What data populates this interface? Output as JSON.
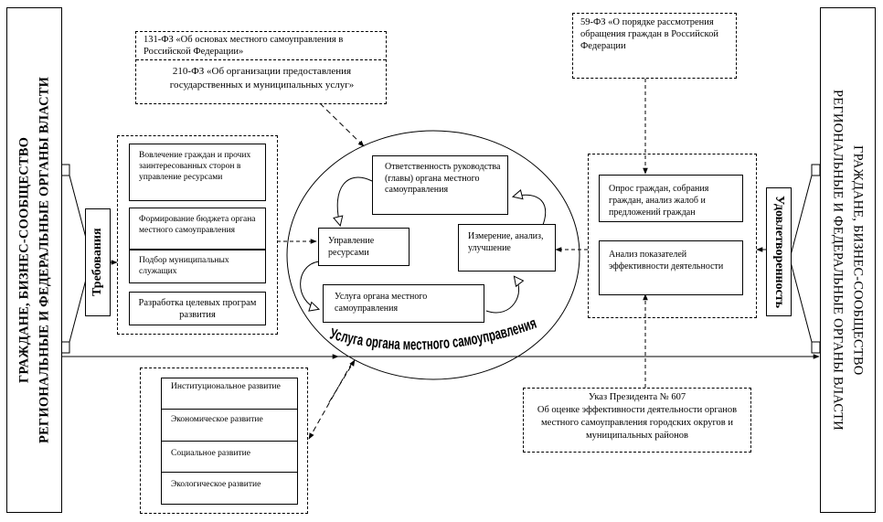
{
  "left_stakeholders": {
    "line1": "ГРАЖДАНЕ,  БИЗНЕС-СООБЩЕСТВО",
    "line2": "РЕГИОНАЛЬНЫЕ И ФЕДЕРАЛЬНЫЕ ОРГАНЫ ВЛАСТИ"
  },
  "right_stakeholders": {
    "line1": "ГРАЖДАНЕ, БИЗНЕС-СООБЩЕСТВО",
    "line2": "РЕГИОНАЛЬНЫЕ И ФЕДЕРАЛЬНЫЕ ОРГАНЫ ВЛАСТИ"
  },
  "laws_top_left": {
    "law131": "131-ФЗ «Об основах местного самоуправления в Российской Федерации»",
    "law210": "210-ФЗ «Об организации предоставления государственных и муниципальных услуг»"
  },
  "law_top_right": "59-ФЗ «О порядке рассмотрения обращения граждан в Российской Федерации",
  "requirements_label": "Требования",
  "satisfaction_label": "Удовлетворенность",
  "requirements_items": [
    "Вовлечение граждан и прочих заинтересованных сторон в управление ресурсами",
    "Формирование бюджета органа местного самоуправления",
    "Подбор муниципальных служащих",
    "Разработка целевых програм развития"
  ],
  "cycle": {
    "responsibility": "Ответственность руководства (главы) органа местного самоуправления",
    "resources": "Управление ресурсами",
    "measurement": "Измерение, анализ, улучшение",
    "service": "Услуга органа местного самоуправления",
    "circle_caption": "Услуга органа местного самоуправления"
  },
  "satisfaction_items": [
    "Опрос граждан, собрания граждан,    анализ жалоб и предложений граждан",
    "Анализ показателей эффективности деятельности"
  ],
  "development_items": [
    "Институциональное развитие",
    "Экономическое развитие",
    "Социальное развитие",
    "Экологическое развитие"
  ],
  "decree": {
    "line1": "Указ Президента № 607",
    "line2": "Об оценке эффективности деятельности органов местного самоуправления городских округов и муниципальных районов"
  }
}
